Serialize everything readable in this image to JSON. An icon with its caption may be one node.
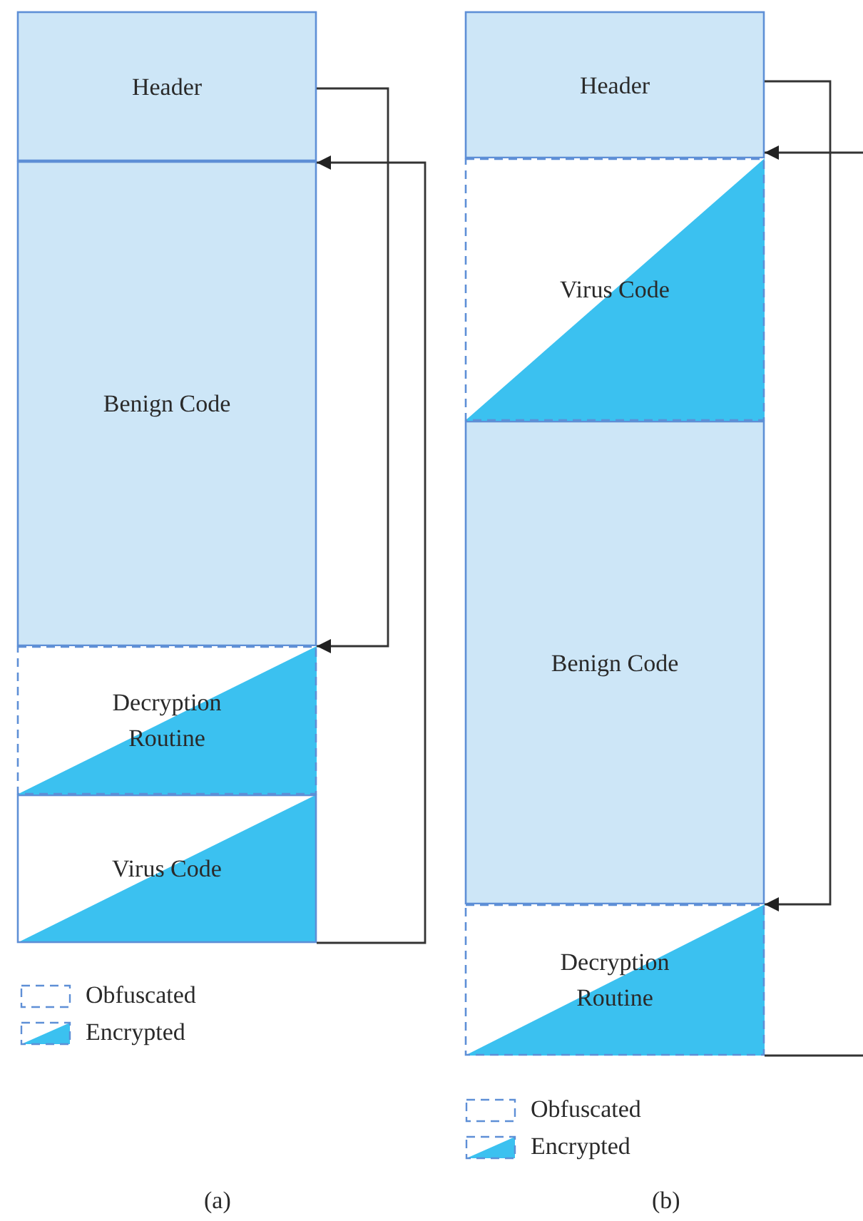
{
  "diagram": {
    "nodes": [
      {
        "text": [
          "Header"
        ]
      },
      {
        "text": [
          "Benign Code"
        ]
      },
      {
        "text": [
          "Decryption Routine"
        ]
      },
      {
        "text": [
          "Virus Code"
        ]
      },
      {
        "text": [
          "Header"
        ]
      },
      {
        "text": [
          "Virus Code"
        ]
      },
      {
        "text": [
          "Benign Code"
        ]
      },
      {
        "text": [
          "Decryption Routine"
        ]
      }
    ],
    "edges": [
      {
        "from": 0,
        "to": 2,
        "arrow": "to"
      },
      {
        "from": 3,
        "to": 1,
        "arrow": "to"
      },
      {
        "from": 4,
        "to": 7,
        "arrow": "to"
      },
      {
        "from": 7,
        "to": null,
        "arrow": "none"
      },
      {
        "from": null,
        "to": 5,
        "arrow": "to"
      }
    ],
    "labels": [
      "(a)",
      "(b)"
    ],
    "legend": [
      {
        "text": "Obfuscated"
      },
      {
        "text": "Encrypted"
      },
      {
        "text": "Obfuscated"
      },
      {
        "text": "Encrypted"
      }
    ]
  }
}
